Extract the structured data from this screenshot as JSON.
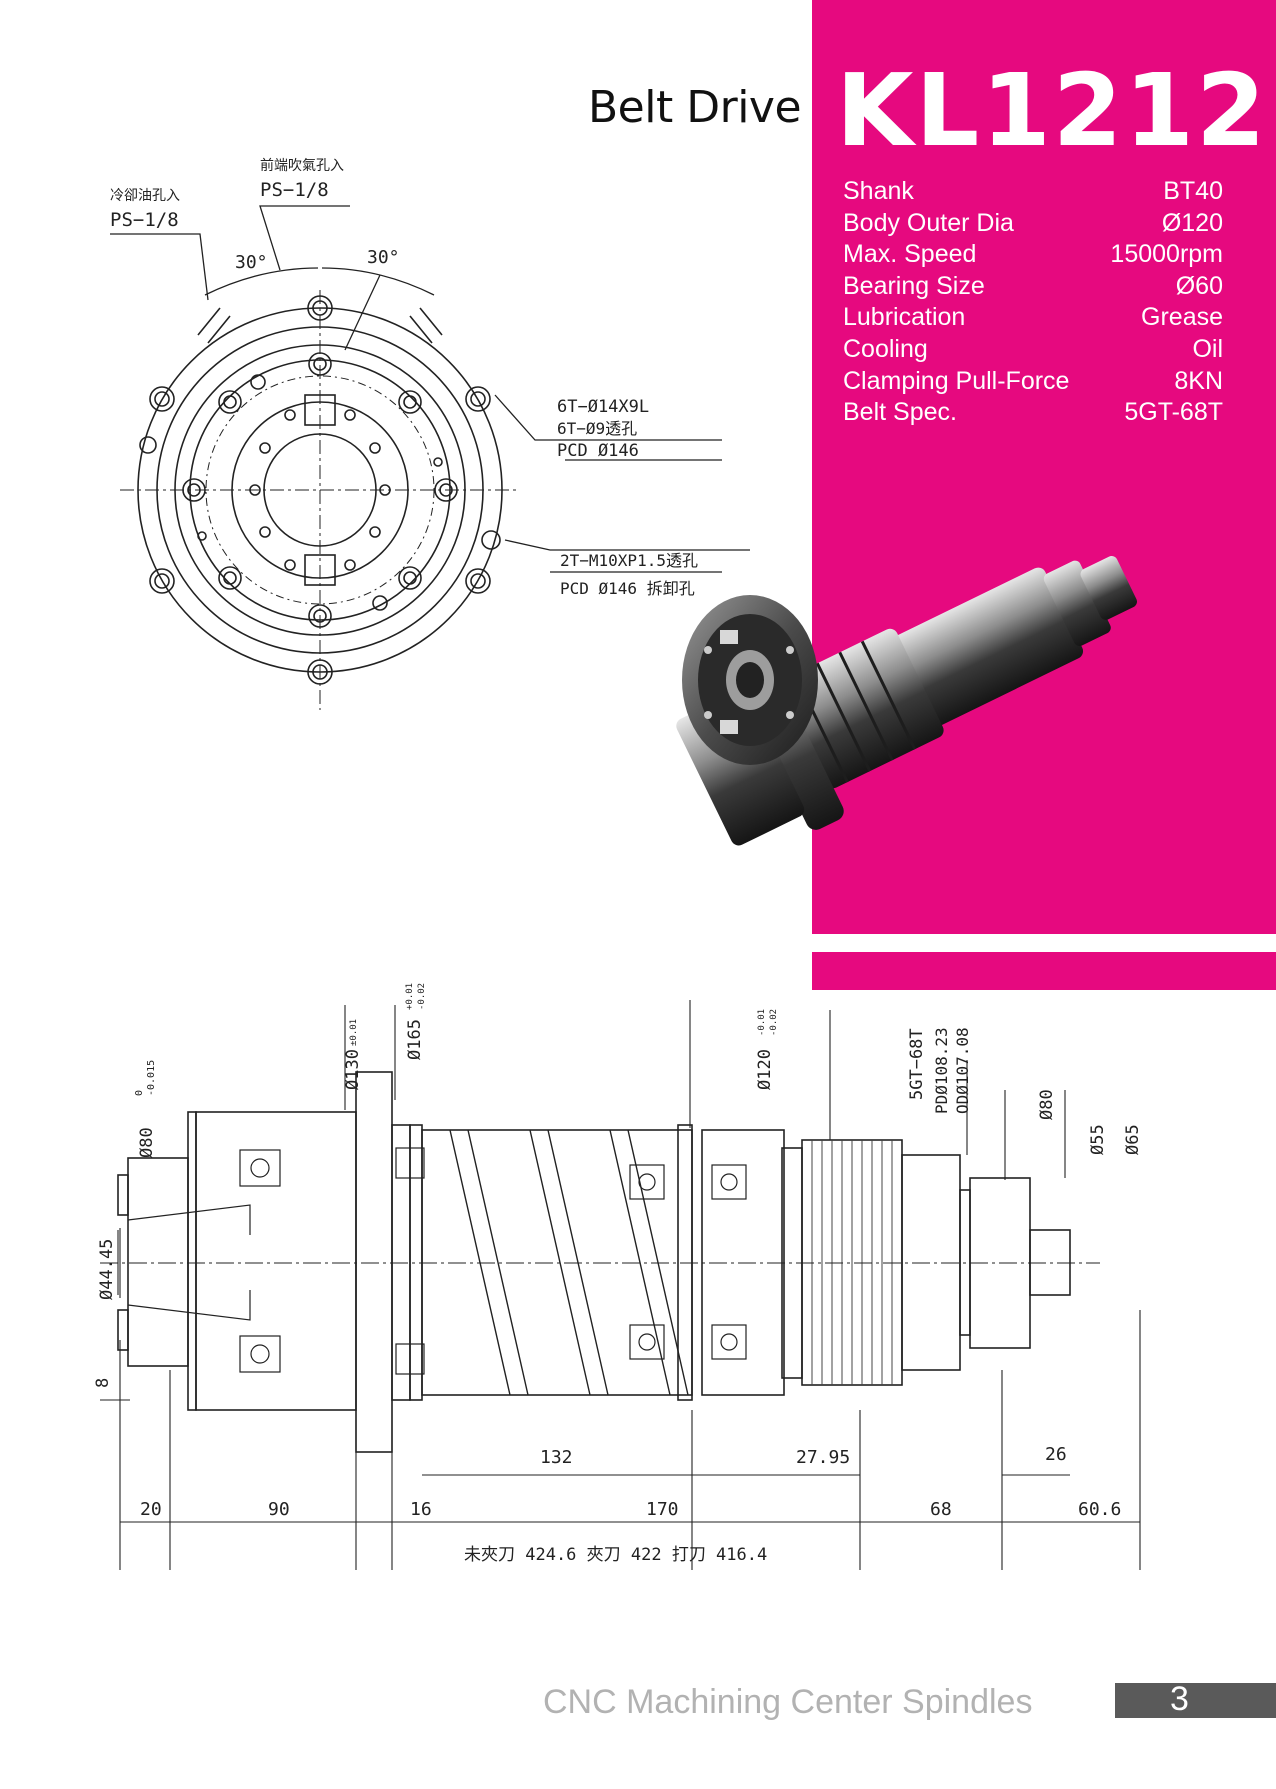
{
  "header": {
    "subtitle": "Belt Drive",
    "model": "KL1212"
  },
  "specs": [
    {
      "label": "Shank",
      "value": "BT40"
    },
    {
      "label": "Body Outer Dia",
      "value": "Ø120"
    },
    {
      "label": "Max. Speed",
      "value": "15000rpm"
    },
    {
      "label": "Bearing Size",
      "value": "Ø60"
    },
    {
      "label": "Lubrication",
      "value": "Grease"
    },
    {
      "label": "Cooling",
      "value": "Oil"
    },
    {
      "label": "Clamping Pull-Force",
      "value": "8KN"
    },
    {
      "label": "Belt Spec.",
      "value": "5GT-68T"
    }
  ],
  "front_view": {
    "coolant_label": "冷卻油孔入",
    "coolant_spec": "PS−1/8",
    "air_label": "前端吹氣孔入",
    "air_spec": "PS−1/8",
    "angle_left": "30°",
    "angle_right": "30°",
    "holes_line1": "6T−Ø14X9L",
    "holes_line2": "6T−Ø9透孔",
    "holes_pcd": "PCD  Ø146",
    "thread_line1": "2T−M10XP1.5透孔",
    "thread_pcd": "PCD  Ø146  拆卸孔"
  },
  "side_view": {
    "d80_tol": "Ø80",
    "d80_sup": "0",
    "d80_sub": "-0.015",
    "d130": "Ø130",
    "d130_tol": "±0.01",
    "d165": "Ø165",
    "d165_sup": "+0.01",
    "d165_sub": "-0.02",
    "d120": "Ø120",
    "d120_sup": "-0.01",
    "d120_sub": "-0.02",
    "belt_spec": "5GT−68T",
    "pd": "PDØ108.23",
    "od": "ODØ107.08",
    "dia80": "Ø80",
    "dia55": "Ø55",
    "dia65": "Ø65",
    "dia44": "Ø44.45",
    "dim8": "8",
    "dim132": "132",
    "dim2795": "27.95",
    "dim26": "26",
    "dim20": "20",
    "dim90": "90",
    "dim16": "16",
    "dim170": "170",
    "dim68": "68",
    "dim606": "60.6",
    "overall": "未夾刀  424.6  夾刀  422  打刀  416.4"
  },
  "footer": {
    "title": "CNC Machining Center Spindles",
    "page": "3"
  },
  "colors": {
    "accent": "#e6097f",
    "footer_box": "#5a5a5a",
    "footer_text": "#b2b2b2"
  }
}
